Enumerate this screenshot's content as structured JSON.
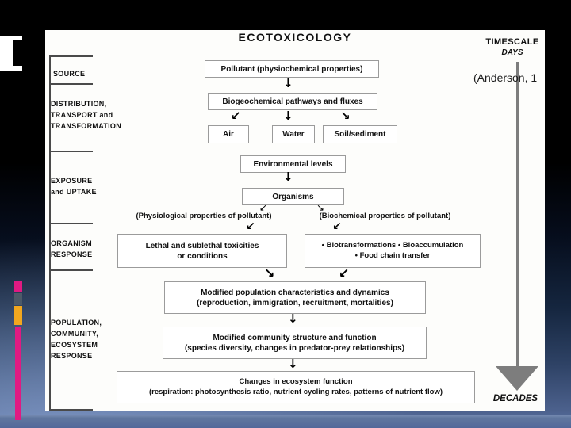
{
  "slide": {
    "citation": "(Anderson, 1",
    "accent_colors": {
      "magenta": "#e01a82",
      "slate_gray": "#4d5a68",
      "amber": "#f2a71e",
      "background_bottom_blue": "#5b76a6",
      "timescale_gray": "#7d7d7d"
    }
  },
  "diagram": {
    "title": "ECOTOXICOLOGY",
    "timescale": {
      "label": "TIMESCALE",
      "start": "DAYS",
      "end": "DECADES"
    },
    "sections": [
      {
        "label": "SOURCE"
      },
      {
        "label": "DISTRIBUTION,\nTRANSPORT and\nTRANSFORMATION"
      },
      {
        "label": "EXPOSURE\nand UPTAKE"
      },
      {
        "label": "ORGANISM\nRESPONSE"
      },
      {
        "label": "POPULATION,\nCOMMUNITY,\nECOSYSTEM\nRESPONSE"
      }
    ],
    "boxes": {
      "pollutant": "Pollutant (physiochemical properties)",
      "biogeochemical": "Biogeochemical pathways and fluxes",
      "air": "Air",
      "water": "Water",
      "soil": "Soil/sediment",
      "environmental_levels": "Environmental levels",
      "organisms": "Organisms",
      "lethal": "Lethal and sublethal toxicities\nor conditions",
      "biotransformations": "• Biotransformations  • Bioaccumulation\n• Food chain transfer",
      "population": "Modified population characteristics and dynamics\n(reproduction, immigration, recruitment, mortalities)",
      "community": "Modified community structure and function\n(species diversity, changes in predator-prey relationships)",
      "ecosystem": "Changes in ecosystem function\n(respiration: photosynthesis ratio, nutrient cycling rates, patterns of nutrient flow)"
    },
    "annotations": {
      "physiological": "(Physiological properties of pollutant)",
      "biochemical": "(Biochemical properties of pollutant)"
    },
    "arrows": {
      "down": "↓",
      "down_left": "↙",
      "down_right": "↘"
    }
  }
}
